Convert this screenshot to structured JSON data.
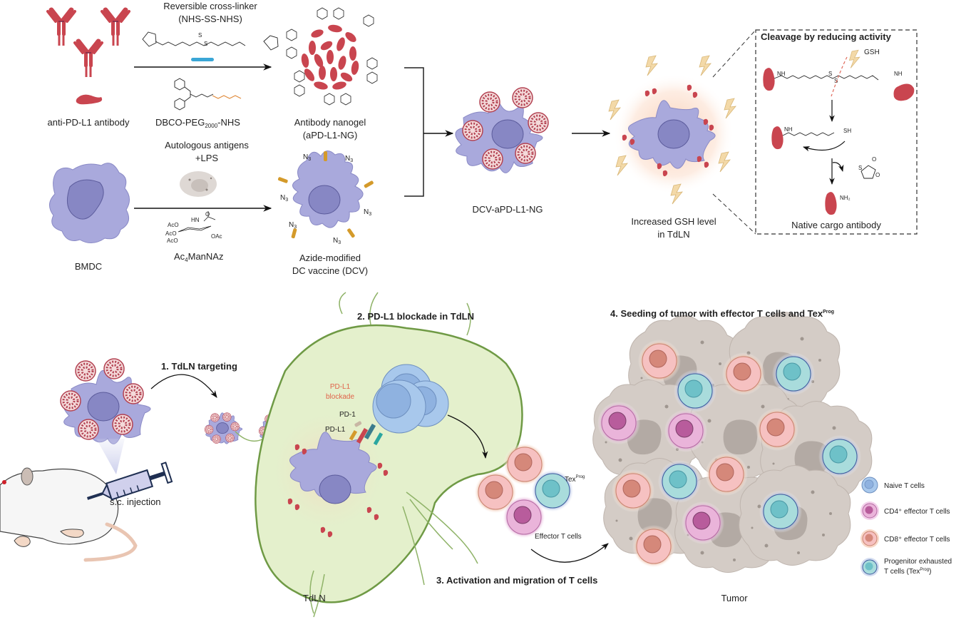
{
  "colors": {
    "antibody": "#c9454f",
    "dc_fill": "#a9a9dc",
    "dc_stroke": "#8585c4",
    "nucleus": "#8787c4",
    "linker_blue": "#3aa6d6",
    "peg_orange": "#e08a3a",
    "azide_tag": "#d49a2a",
    "gsh_bolt": "#f3d9a8",
    "glow": "#fbd9c4",
    "lymph_fill": "#e4f0cc",
    "lymph_stroke": "#6f9a45",
    "naive_t": "#a8c8ec",
    "cd4": "#e5a6d2",
    "cd8": "#f6c1c1",
    "texprog": "#a6dcdc",
    "tumor": "#d4ccc6",
    "tumor_nucleus": "#b7aea8"
  },
  "top": {
    "antibody_label": "anti-PD-L1 antibody",
    "crosslinker_title_1": "Reversible cross-linker",
    "crosslinker_title_2": "(NHS-SS-NHS)",
    "peg_label_prefix": "DBCO-PEG",
    "peg_label_sub": "2000",
    "peg_label_suffix": "-NHS",
    "nanogel_label_1": "Antibody nanogel",
    "nanogel_label_2": "(aPD-L1-NG)",
    "bmdc_label": "BMDC",
    "antigens_label_1": "Autologous antigens",
    "antigens_label_2": "+LPS",
    "manaz_prefix": "Ac",
    "manaz_sub": "4",
    "manaz_suffix": "ManNAz",
    "dcv_label_1": "Azide-modified",
    "dcv_label_2": "DC vaccine (DCV)",
    "azide_tag": "N",
    "azide_sub": "3",
    "conjugate_label": "DCV-aPD-L1-NG",
    "gsh_label_1": "Increased GSH level",
    "gsh_label_2": "in TdLN",
    "chem_labels": {
      "acO": "AcO",
      "hn": "HN",
      "oac": "OAc",
      "o": "O",
      "n3": "N3",
      "s": "S"
    }
  },
  "cleavage_box": {
    "title": "Cleavage by reducing activity",
    "gsh": "GSH",
    "nh": "NH",
    "sh": "SH",
    "s": "S",
    "o": "O",
    "nh2": "NH₂",
    "native_label": "Native cargo antibody"
  },
  "bottom": {
    "step1": "1. TdLN targeting",
    "injection_label": "s.c. injection",
    "step2": "2. PD-L1 blockade in TdLN",
    "blockade_label_1": "PD-L1",
    "blockade_label_2": "blockade",
    "pd1_label": "PD-1",
    "pdl1_label": "PD-L1",
    "tdln_label": "TdLN",
    "tex_label": "Tex",
    "tex_sup": "Prog",
    "effector_label": "Effector T cells",
    "step3": "3. Activation and migration of T cells",
    "step4_prefix": "4. Seeding of tumor with effector T cells and Tex",
    "step4_sup": "Prog",
    "tumor_label": "Tumor"
  },
  "legend": [
    {
      "label": "Naive T cells",
      "type": "naive"
    },
    {
      "label": "CD4⁺ effector T cells",
      "type": "cd4"
    },
    {
      "label": "CD8⁺ effector T cells",
      "type": "cd8"
    },
    {
      "label_1": "Progenitor exhausted",
      "label_2_prefix": "T cells (Tex",
      "label_2_sup": "Prog",
      "label_2_suffix": ")",
      "type": "texprog"
    }
  ]
}
